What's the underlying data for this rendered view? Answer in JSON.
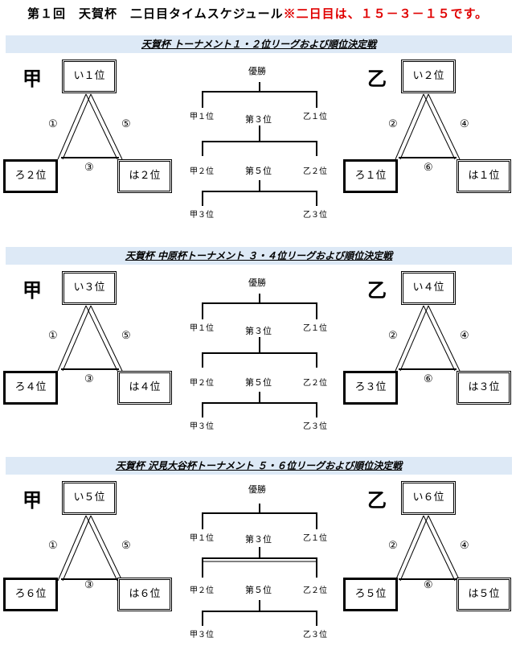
{
  "title": {
    "main": "第１回　天賀杯　二日目タイムスケジュール",
    "note": "※二日目は、１５－３－１５です。"
  },
  "sections": [
    {
      "band": "天賀杯 トーナメント１・２位リーグおよび順位決定戦",
      "left_group": "甲",
      "right_group": "乙",
      "left": {
        "top": "い１位",
        "bl": "ろ２位",
        "br": "は２位",
        "c1": "①",
        "c2": "⑤",
        "c3": "③"
      },
      "right": {
        "top": "い２位",
        "bl": "ろ１位",
        "br": "は１位",
        "c1": "②",
        "c2": "④",
        "c3": "⑥"
      },
      "center": {
        "champion": "優勝",
        "third": "第３位",
        "fifth": "第５位",
        "r1l": "甲１位",
        "r1r": "乙１位",
        "r2l": "甲２位",
        "r2r": "乙２位",
        "r3l": "甲３位",
        "r3r": "乙３位"
      }
    },
    {
      "band": "天賀杯 中原杯トーナメント ３・４位リーグおよび順位決定戦",
      "left_group": "甲",
      "right_group": "乙",
      "left": {
        "top": "い３位",
        "bl": "ろ４位",
        "br": "は４位",
        "c1": "①",
        "c2": "⑤",
        "c3": "③"
      },
      "right": {
        "top": "い４位",
        "bl": "ろ３位",
        "br": "は３位",
        "c1": "②",
        "c2": "④",
        "c3": "⑥"
      },
      "center": {
        "champion": "優勝",
        "third": "第３位",
        "fifth": "第５位",
        "r1l": "甲１位",
        "r1r": "乙１位",
        "r2l": "甲２位",
        "r2r": "乙２位",
        "r3l": "甲３位",
        "r3r": "乙３位"
      }
    },
    {
      "band": "天賀杯 沢見大谷杯トーナメント ５・６位リーグおよび順位決定戦",
      "left_group": "甲",
      "right_group": "乙",
      "left": {
        "top": "い５位",
        "bl": "ろ６位",
        "br": "は６位",
        "c1": "①",
        "c2": "⑤",
        "c3": "③"
      },
      "right": {
        "top": "い６位",
        "bl": "ろ５位",
        "br": "は５位",
        "c1": "②",
        "c2": "④",
        "c3": "⑥"
      },
      "center": {
        "champion": "優勝",
        "third": "第３位",
        "fifth": "第５位",
        "r1l": "甲１位",
        "r1r": "乙１位",
        "r2l": "甲２位",
        "r2r": "乙２位",
        "r3l": "甲３位",
        "r3r": "乙３位"
      }
    }
  ]
}
